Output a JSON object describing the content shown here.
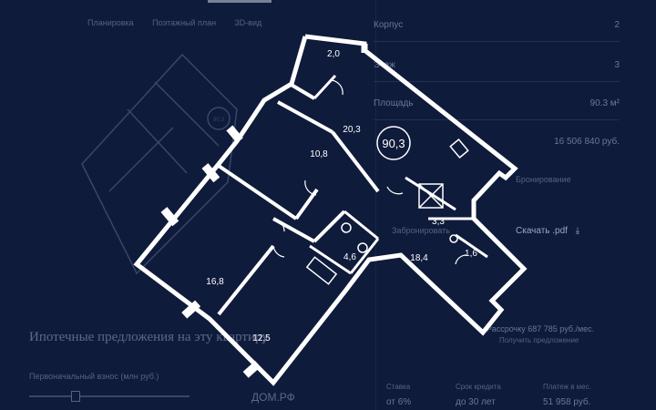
{
  "tabs": [
    "Планировка",
    "Поэтажный план",
    "3D-вид"
  ],
  "specs": [
    {
      "label": "Корпус",
      "value": "2"
    },
    {
      "label": "Этаж",
      "value": "3"
    },
    {
      "label": "Площадь",
      "value": "90.3 м²"
    },
    {
      "label": "",
      "value": "16 506 840 руб."
    }
  ],
  "booking_text": "Бронирование",
  "choose_text": "Забронировать",
  "download": {
    "label": "Скачать .pdf",
    "icon": "download-icon"
  },
  "installment": {
    "text": "Рассрочку 687 785 руб./мес.",
    "sub": "Получить предложение"
  },
  "mortgage": {
    "title": "Ипотечные предложения на эту квартиру",
    "initial_label": "Первоначальный взнос (млн руб.)",
    "bank": "ДОМ.РФ",
    "columns": [
      {
        "label": "Ставка",
        "value": "от 6%"
      },
      {
        "label": "Срок кредита",
        "value": "до 30 лет"
      },
      {
        "label": "Платеж в мес.",
        "value": "51 958 руб."
      }
    ]
  },
  "plan": {
    "total_area": "90,3",
    "rooms": [
      "2,0",
      "20,3",
      "10,8",
      "3,3",
      "1,6",
      "4,6",
      "18,4",
      "16,8",
      "12,5"
    ],
    "ghost_area": "90,3",
    "colors": {
      "background": "#0f1b3b",
      "walls": "#ffffff",
      "ghost": "#3a4668"
    }
  }
}
